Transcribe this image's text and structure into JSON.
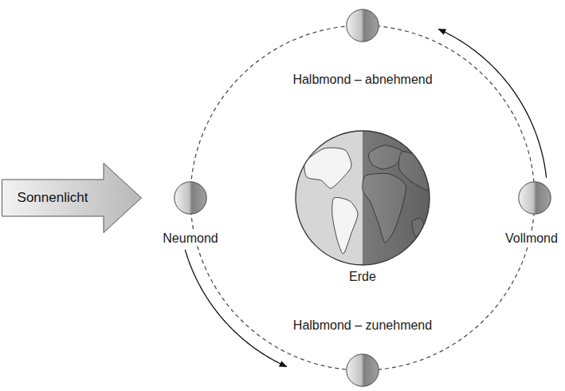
{
  "diagram": {
    "nodes": [
      {
        "text": [
          "Halbmond – abnehmend"
        ]
      },
      {
        "text": [
          "Sonnenlicht"
        ]
      },
      {
        "text": [
          "Neumond"
        ]
      },
      {
        "text": [
          "Erde"
        ]
      },
      {
        "text": [
          "Vollmond"
        ]
      },
      {
        "text": [
          "Halbmond – zunehmend"
        ]
      }
    ],
    "edges": [
      {
        "from": 2,
        "to": 5,
        "arrow": "to"
      },
      {
        "from": 4,
        "to": 0,
        "arrow": "to"
      }
    ]
  }
}
